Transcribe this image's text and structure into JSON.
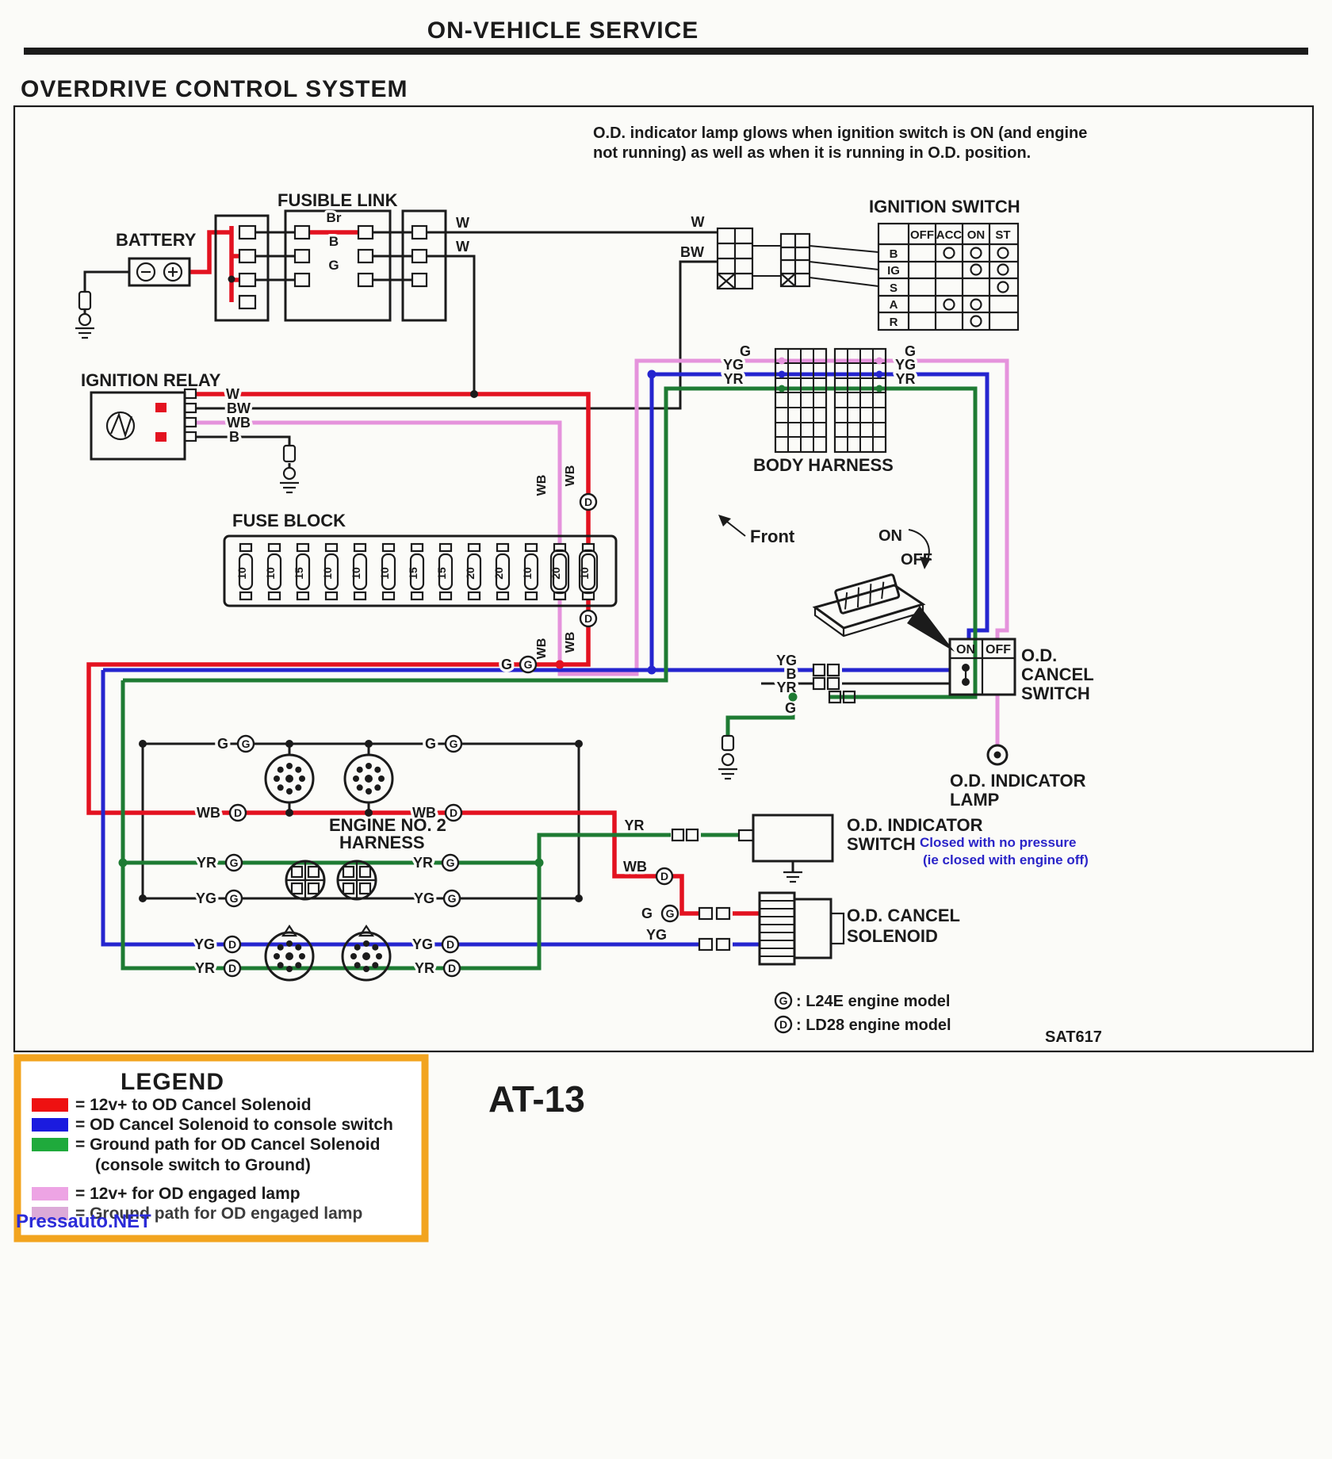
{
  "page": {
    "header": "ON-VEHICLE SERVICE",
    "title": "OVERDRIVE CONTROL SYSTEM",
    "note1": "O.D. indicator lamp glows when ignition switch is ON (and engine",
    "note2": "not running) as well as when it is running in O.D. position.",
    "sheet": "SAT617",
    "code": "AT-13",
    "watermark": "Pressauto.NET"
  },
  "comp": {
    "battery": "BATTERY",
    "fusible_link": "FUSIBLE LINK",
    "ignition_switch": "IGNITION SWITCH",
    "ignition_relay": "IGNITION RELAY",
    "fuse_block": "FUSE BLOCK",
    "body_harness": "BODY HARNESS",
    "engine_harness_1": "ENGINE NO. 2",
    "engine_harness_2": "HARNESS",
    "front": "Front",
    "on": "ON",
    "off": "OFF",
    "ocs_1": "O.D.",
    "ocs_2": "CANCEL",
    "ocs_3": "SWITCH",
    "lamp_1": "O.D. INDICATOR",
    "lamp_2": "LAMP",
    "ois_1": "O.D. INDICATOR",
    "ois_2": "SWITCH",
    "sol_1": "O.D. CANCEL",
    "sol_2": "SOLENOID"
  },
  "note_blue": {
    "l1": "Closed with no pressure",
    "l2": "(ie closed with engine off)"
  },
  "wl": {
    "w": "W",
    "bw": "BW",
    "wb": "WB",
    "b": "B",
    "g": "G",
    "yg": "YG",
    "yr": "YR",
    "br": "Br",
    "d": "D"
  },
  "ign": {
    "cols": [
      "OFF",
      "ACC",
      "ON",
      "ST"
    ],
    "rows": [
      "B",
      "IG",
      "S",
      "A",
      "R"
    ]
  },
  "ocs_cols": [
    "ON",
    "OFF"
  ],
  "fuses": [
    "10",
    "10",
    "15",
    "10",
    "10",
    "10",
    "15",
    "15",
    "20",
    "20",
    "10",
    "20",
    "10"
  ],
  "models": {
    "g": "G",
    "g_text": ": L24E engine model",
    "d": "D",
    "d_text": ": LD28 engine model"
  },
  "legend": {
    "title": "LEGEND",
    "items": [
      {
        "color": "#ee1111",
        "text": "= 12v+ to OD Cancel Solenoid"
      },
      {
        "color": "#1b1bdf",
        "text": "= OD Cancel Solenoid to console switch"
      },
      {
        "color": "#1faa3c",
        "text": "= Ground path for OD Cancel Solenoid",
        "text2": "(console switch to Ground)"
      },
      {
        "color": "#eda4e4",
        "text": "= 12v+ for OD engaged lamp"
      },
      {
        "color": "#dcaad8",
        "text": "= Ground path for OD engaged lamp"
      }
    ]
  },
  "colors": {
    "red": "#e31220",
    "blue": "#2525cf",
    "green": "#1e7b33",
    "violet": "#e593dc",
    "black": "#1b1b1b",
    "legend_border": "#f2a41f",
    "note_blue": "#2a24c8",
    "watermark": "#2b2bd8",
    "legend_text5": "#3c3c3c"
  }
}
